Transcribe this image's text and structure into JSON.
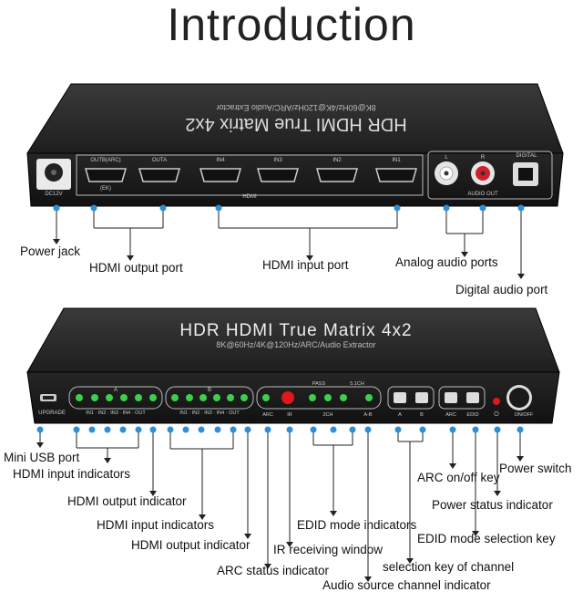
{
  "page_title": "Introduction",
  "top_device": {
    "title": "HDR HDMI True Matrix 4x2",
    "subtitle": "8K@60Hz/4K@120Hz/ARC/Audio Extractor",
    "port_labels": {
      "dc12v": "DC12V",
      "out_b_arc": "OUTB(ARC)",
      "out_a": "OUTA",
      "in4": "IN4",
      "in3": "IN3",
      "in2": "IN2",
      "in1": "IN1",
      "hdmi": "HDMI",
      "ek": "(EK)",
      "l": "L",
      "r": "R",
      "digital": "DIGITAL",
      "audio_out": "AUDIO OUT"
    },
    "callouts": {
      "power_jack": "Power jack",
      "hdmi_output_port": "HDMI output port",
      "hdmi_input_port": "HDMI input port",
      "analog_audio_ports": "Analog audio ports",
      "digital_audio_port": "Digital audio port"
    }
  },
  "bottom_device": {
    "title": "HDR HDMI True Matrix 4x2",
    "subtitle": "8K@60Hz/4K@120Hz/ARC/Audio Extractor",
    "panel_labels": {
      "a": "A",
      "b": "B",
      "in_row": "IN1 · IN2 · IN3 · IN4 · OUT",
      "pass": "PASS",
      "ch51": "5.1CH",
      "arc": "ARC",
      "ir": "IR",
      "ch2": "2CH",
      "ab": "A-B",
      "btn_a": "A",
      "btn_b": "B",
      "btn_arc": "ARC",
      "btn_edid": "EDID",
      "upgrade": "UPGRADE",
      "on_off": "ON/OFF"
    },
    "callouts": {
      "mini_usb": "Mini USB port",
      "hdmi_input_indicators_a": "HDMI input indicators",
      "hdmi_output_indicator_a": "HDMI output indicator",
      "hdmi_input_indicators_b": "HDMI input indicators",
      "hdmi_output_indicator_b": "HDMI output indicator",
      "arc_status": "ARC status indicator",
      "ir_window": "IR receiving window",
      "edid_mode_indicators": "EDID mode indicators",
      "audio_source_channel": "Audio source channel indicator",
      "selection_key": "selection key of channel",
      "edid_mode_key": "EDID mode selection key",
      "power_status": "Power status indicator",
      "arc_key": "ARC on/off key",
      "power_switch": "Power switch"
    }
  },
  "colors": {
    "device_body": "#1c1c1c",
    "device_top": "#2a2a2a",
    "marker_blue": "#2f8fd6",
    "led_green": "#3ccf4e",
    "led_red": "#e01818",
    "rca_red": "#d2202a"
  }
}
